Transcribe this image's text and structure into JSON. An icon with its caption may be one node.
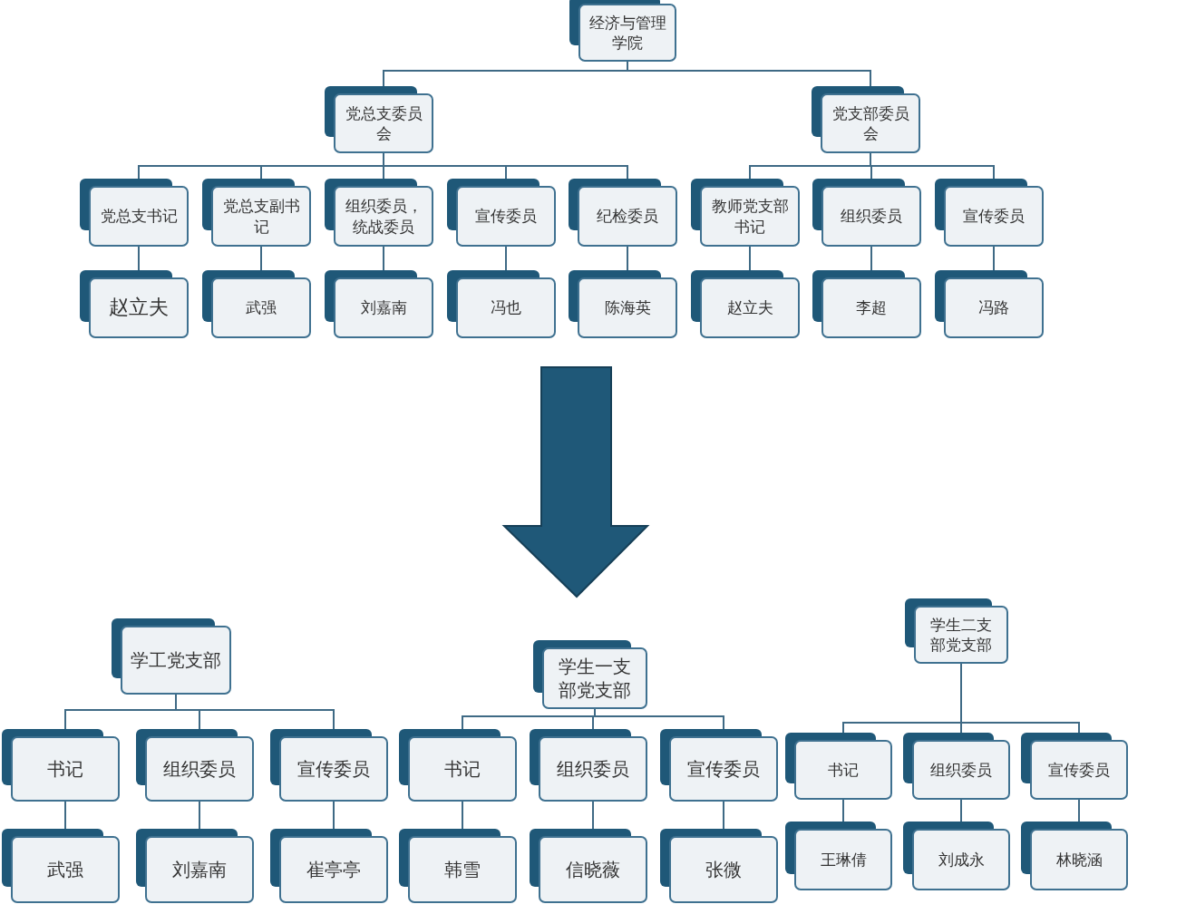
{
  "diagram": {
    "nodes": [
      {
        "text": [
          "经济与管理学院"
        ]
      },
      {
        "text": [
          "党总支委员会"
        ]
      },
      {
        "text": [
          "党支部委员会"
        ]
      },
      {
        "text": [
          "党总支书记"
        ]
      },
      {
        "text": [
          "党总支副书记"
        ]
      },
      {
        "text": [
          "组织委员，统战委员"
        ]
      },
      {
        "text": [
          "宣传委员"
        ]
      },
      {
        "text": [
          "纪检委员"
        ]
      },
      {
        "text": [
          "教师党支部书记"
        ]
      },
      {
        "text": [
          "组织委员"
        ]
      },
      {
        "text": [
          "宣传委员"
        ]
      },
      {
        "text": [
          "赵立夫"
        ]
      },
      {
        "text": [
          "武强"
        ]
      },
      {
        "text": [
          "刘嘉南"
        ]
      },
      {
        "text": [
          "冯也"
        ]
      },
      {
        "text": [
          "陈海英"
        ]
      },
      {
        "text": [
          "赵立夫"
        ]
      },
      {
        "text": [
          "李超"
        ]
      },
      {
        "text": [
          "冯路"
        ]
      },
      {
        "text": [
          "学工党支部"
        ]
      },
      {
        "text": [
          "学生一支部党支部"
        ]
      },
      {
        "text": [
          "学生二支部党支部"
        ]
      },
      {
        "text": [
          "书记"
        ]
      },
      {
        "text": [
          "组织委员"
        ]
      },
      {
        "text": [
          "宣传委员"
        ]
      },
      {
        "text": [
          "书记"
        ]
      },
      {
        "text": [
          "组织委员"
        ]
      },
      {
        "text": [
          "宣传委员"
        ]
      },
      {
        "text": [
          "书记"
        ]
      },
      {
        "text": [
          "组织委员"
        ]
      },
      {
        "text": [
          "宣传委员"
        ]
      },
      {
        "text": [
          "武强"
        ]
      },
      {
        "text": [
          "刘嘉南"
        ]
      },
      {
        "text": [
          "崔亭亭"
        ]
      },
      {
        "text": [
          "韩雪"
        ]
      },
      {
        "text": [
          "信晓薇"
        ]
      },
      {
        "text": [
          "张微"
        ]
      },
      {
        "text": [
          "王琳倩"
        ]
      },
      {
        "text": [
          "刘成永"
        ]
      },
      {
        "text": [
          "林晓涵"
        ]
      }
    ],
    "edges": [
      {
        "from": 0,
        "to": 1,
        "arrow": "none"
      },
      {
        "from": 0,
        "to": 2,
        "arrow": "none"
      },
      {
        "from": 1,
        "to": 3,
        "arrow": "none"
      },
      {
        "from": 1,
        "to": 4,
        "arrow": "none"
      },
      {
        "from": 1,
        "to": 5,
        "arrow": "none"
      },
      {
        "from": 1,
        "to": 6,
        "arrow": "none"
      },
      {
        "from": 1,
        "to": 7,
        "arrow": "none"
      },
      {
        "from": 2,
        "to": 8,
        "arrow": "none"
      },
      {
        "from": 2,
        "to": 9,
        "arrow": "none"
      },
      {
        "from": 2,
        "to": 10,
        "arrow": "none"
      },
      {
        "from": 3,
        "to": 11,
        "arrow": "none"
      },
      {
        "from": 4,
        "to": 12,
        "arrow": "none"
      },
      {
        "from": 5,
        "to": 13,
        "arrow": "none"
      },
      {
        "from": 6,
        "to": 14,
        "arrow": "none"
      },
      {
        "from": 7,
        "to": 15,
        "arrow": "none"
      },
      {
        "from": 8,
        "to": 16,
        "arrow": "none"
      },
      {
        "from": 9,
        "to": 17,
        "arrow": "none"
      },
      {
        "from": 10,
        "to": 18,
        "arrow": "none"
      },
      {
        "from": 19,
        "to": 22,
        "arrow": "none"
      },
      {
        "from": 19,
        "to": 23,
        "arrow": "none"
      },
      {
        "from": 19,
        "to": 24,
        "arrow": "none"
      },
      {
        "from": 20,
        "to": 25,
        "arrow": "none"
      },
      {
        "from": 20,
        "to": 26,
        "arrow": "none"
      },
      {
        "from": 20,
        "to": 27,
        "arrow": "none"
      },
      {
        "from": 21,
        "to": 28,
        "arrow": "none"
      },
      {
        "from": 21,
        "to": 29,
        "arrow": "none"
      },
      {
        "from": 21,
        "to": 30,
        "arrow": "none"
      },
      {
        "from": 22,
        "to": 31,
        "arrow": "none"
      },
      {
        "from": 23,
        "to": 32,
        "arrow": "none"
      },
      {
        "from": 24,
        "to": 33,
        "arrow": "none"
      },
      {
        "from": 25,
        "to": 34,
        "arrow": "none"
      },
      {
        "from": 26,
        "to": 35,
        "arrow": "none"
      },
      {
        "from": 27,
        "to": 36,
        "arrow": "none"
      },
      {
        "from": 28,
        "to": 37,
        "arrow": "none"
      },
      {
        "from": 29,
        "to": 38,
        "arrow": "none"
      },
      {
        "from": 30,
        "to": 39,
        "arrow": "none"
      }
    ]
  }
}
